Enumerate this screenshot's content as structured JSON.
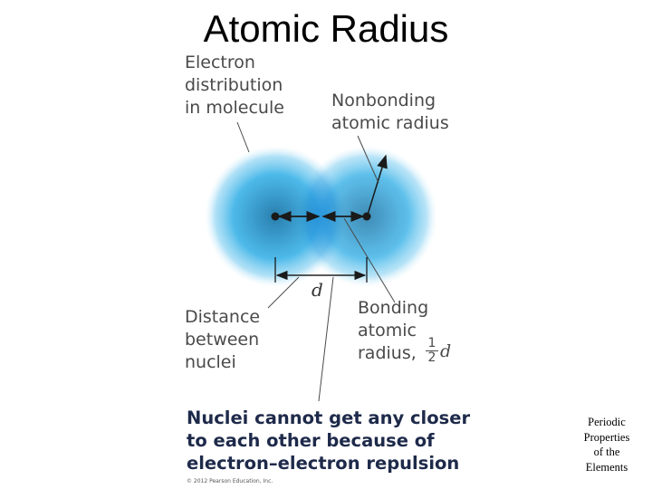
{
  "title": "Atomic Radius",
  "labels": {
    "electron_distribution": [
      "Electron",
      "distribution",
      "in molecule"
    ],
    "nonbonding": [
      "Nonbonding",
      "atomic radius"
    ],
    "distance": [
      "Distance",
      "between",
      "nuclei"
    ],
    "bonding": [
      "Bonding",
      "atomic",
      "radius,"
    ],
    "fraction_numerator": "1",
    "fraction_denominator": "2",
    "d_symbol": "d",
    "distance_symbol": "d"
  },
  "note": [
    "Nuclei cannot get any closer",
    "to each other because of",
    "electron–electron repulsion"
  ],
  "copyright": "© 2012 Pearson Education, Inc.",
  "side_caption": [
    "Periodic",
    "Properties",
    "of the",
    "Elements"
  ],
  "colors": {
    "cloud_center": "#2a86b8",
    "cloud_mid": "#3fb4e6",
    "cloud_edge": "#c8ecfa",
    "nucleus": "#1a1a1a",
    "label_text": "#4a4a4a",
    "note_text": "#1e2a4a"
  }
}
